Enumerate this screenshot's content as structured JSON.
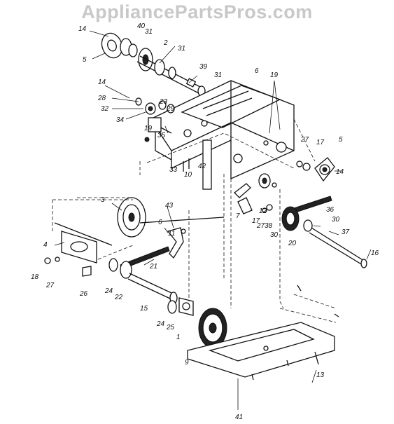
{
  "watermark": "AppliancePartsPros.com",
  "part_labels": [
    {
      "id": "14a",
      "text": "14"
    },
    {
      "id": "5a",
      "text": "5"
    },
    {
      "id": "40",
      "text": "40"
    },
    {
      "id": "31a",
      "text": "31"
    },
    {
      "id": "2",
      "text": "2"
    },
    {
      "id": "31b",
      "text": "31"
    },
    {
      "id": "39",
      "text": "39"
    },
    {
      "id": "31c",
      "text": "31"
    },
    {
      "id": "14b",
      "text": "14"
    },
    {
      "id": "28",
      "text": "28"
    },
    {
      "id": "32",
      "text": "32"
    },
    {
      "id": "34",
      "text": "34"
    },
    {
      "id": "23",
      "text": "23"
    },
    {
      "id": "29",
      "text": "29"
    },
    {
      "id": "19a",
      "text": "19"
    },
    {
      "id": "35",
      "text": "35"
    },
    {
      "id": "33",
      "text": "33"
    },
    {
      "id": "10",
      "text": "10"
    },
    {
      "id": "42",
      "text": "42"
    },
    {
      "id": "6a",
      "text": "6"
    },
    {
      "id": "19b",
      "text": "19"
    },
    {
      "id": "27a",
      "text": "27"
    },
    {
      "id": "17a",
      "text": "17"
    },
    {
      "id": "5b",
      "text": "5"
    },
    {
      "id": "14c",
      "text": "14"
    },
    {
      "id": "3",
      "text": "3"
    },
    {
      "id": "43",
      "text": "43"
    },
    {
      "id": "6b",
      "text": "6"
    },
    {
      "id": "11",
      "text": "11"
    },
    {
      "id": "7",
      "text": "7"
    },
    {
      "id": "12",
      "text": "12"
    },
    {
      "id": "17b",
      "text": "17"
    },
    {
      "id": "27b",
      "text": "27"
    },
    {
      "id": "38",
      "text": "38"
    },
    {
      "id": "36",
      "text": "36"
    },
    {
      "id": "30a",
      "text": "30"
    },
    {
      "id": "37",
      "text": "37"
    },
    {
      "id": "30b",
      "text": "30"
    },
    {
      "id": "20",
      "text": "20"
    },
    {
      "id": "16",
      "text": "16"
    },
    {
      "id": "4",
      "text": "4"
    },
    {
      "id": "21",
      "text": "21"
    },
    {
      "id": "18",
      "text": "18"
    },
    {
      "id": "27c",
      "text": "27"
    },
    {
      "id": "26",
      "text": "26"
    },
    {
      "id": "24a",
      "text": "24"
    },
    {
      "id": "22",
      "text": "22"
    },
    {
      "id": "15",
      "text": "15"
    },
    {
      "id": "24b",
      "text": "24"
    },
    {
      "id": "25",
      "text": "25"
    },
    {
      "id": "1",
      "text": "1"
    },
    {
      "id": "9",
      "text": "9"
    },
    {
      "id": "13",
      "text": "13"
    },
    {
      "id": "41",
      "text": "41"
    }
  ]
}
